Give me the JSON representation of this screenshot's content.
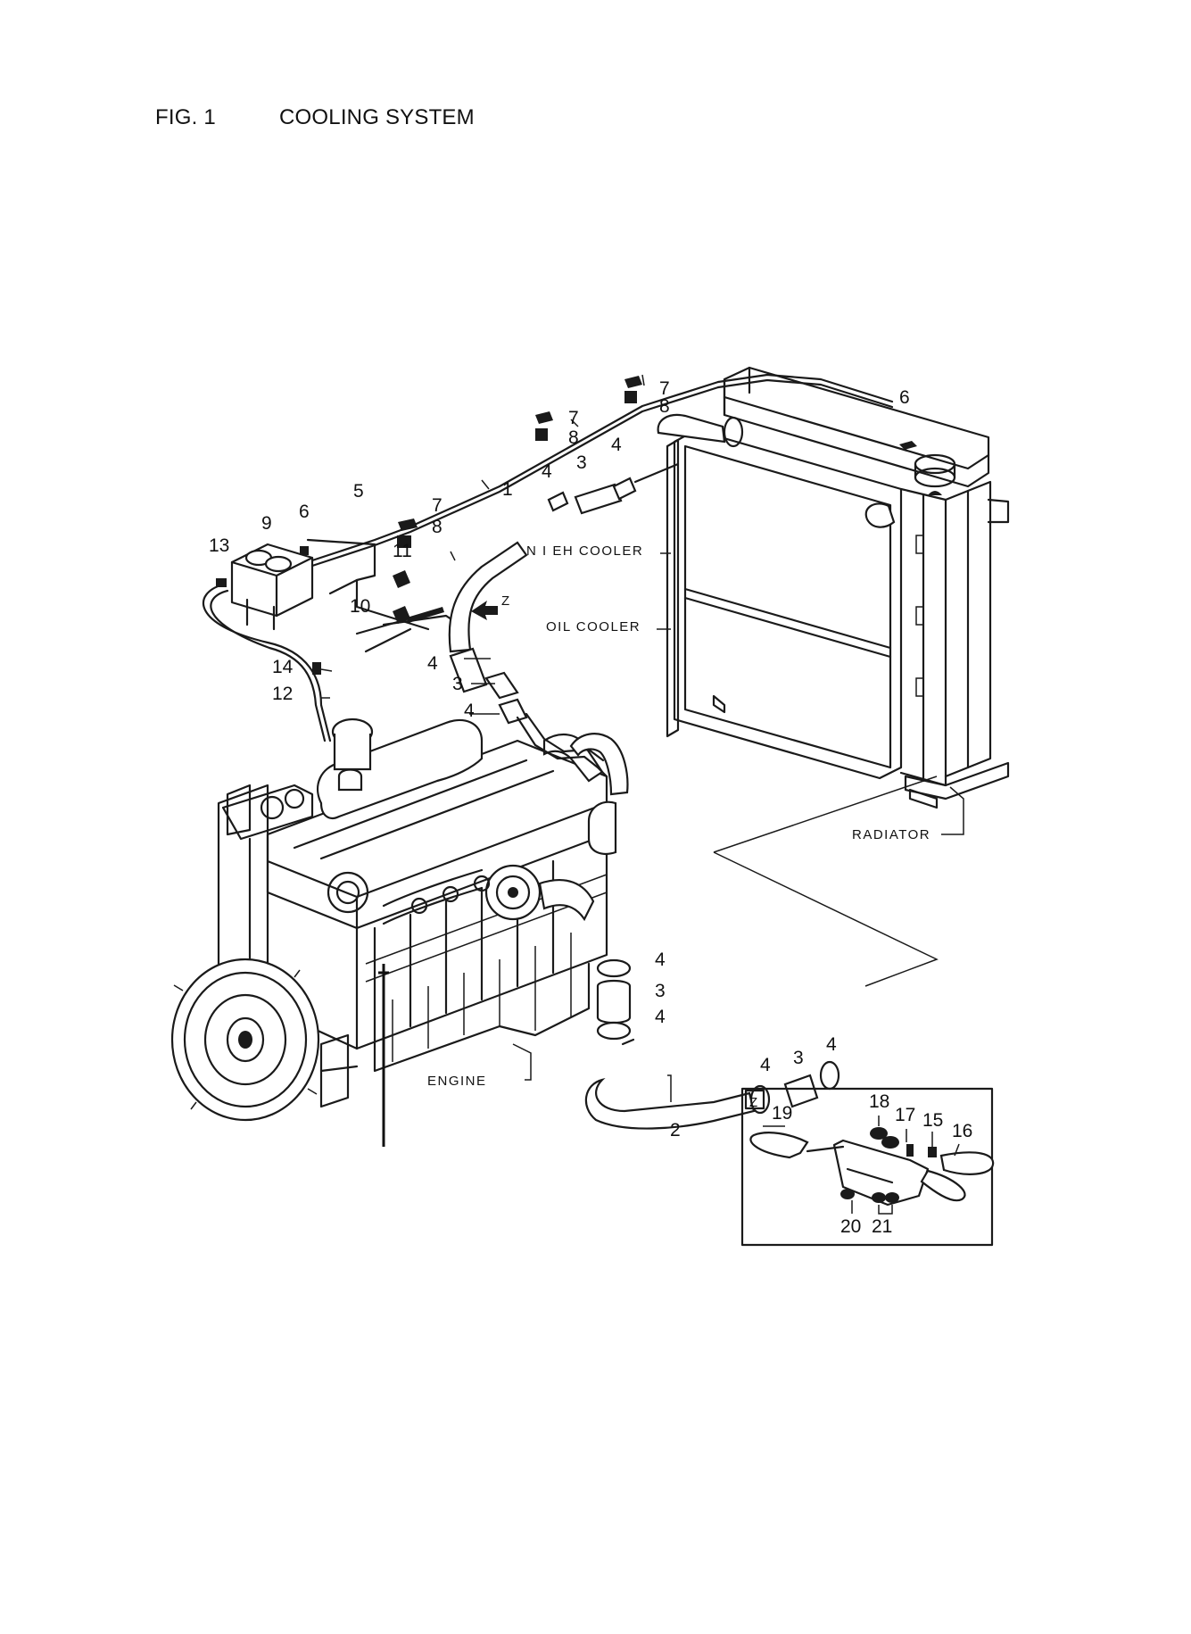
{
  "header": {
    "figure": "FIG. 1",
    "title": "COOLING SYSTEM"
  },
  "labels": {
    "intercooler": "N I EH COOLER",
    "oil_cooler": "OIL COOLER",
    "radiator": "RADIATOR",
    "engine": "ENGINE",
    "z_arrow": "Z",
    "detail_z": "Z"
  },
  "callouts": {
    "n1": "1",
    "n2": "2",
    "n3": "3",
    "n4": "4",
    "n5": "5",
    "n6": "6",
    "n7": "7",
    "n8": "8",
    "n9": "9",
    "n10": "10",
    "n11": "11",
    "n12": "12",
    "n13": "13",
    "n14": "14",
    "n15": "15",
    "n16": "16",
    "n17": "17",
    "n18": "18",
    "n19": "19",
    "n20": "20",
    "n21": "21"
  }
}
